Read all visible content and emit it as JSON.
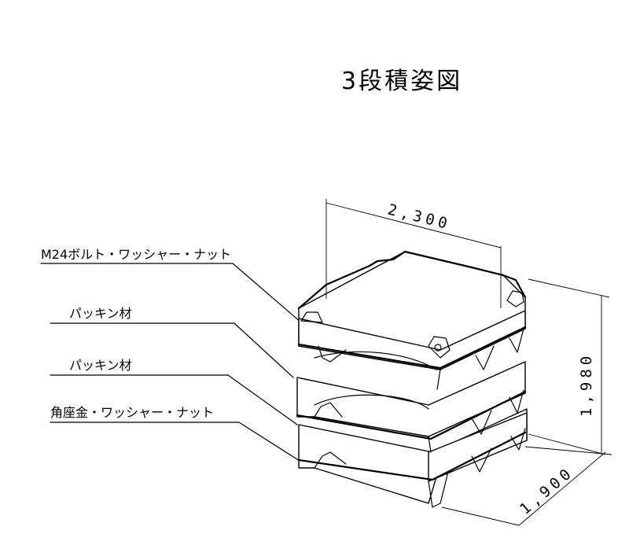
{
  "title": "3段積姿図",
  "callouts": [
    {
      "id": "bolt",
      "text": "M24ボルト・ワッシャー・ナット"
    },
    {
      "id": "packing1",
      "text": "パッキン材"
    },
    {
      "id": "packing2",
      "text": "パッキン材"
    },
    {
      "id": "washer",
      "text": "角座金・ワッシャー・ナット"
    }
  ],
  "dimensions": {
    "width": "2,300",
    "height": "1,980",
    "depth": "1,900"
  }
}
